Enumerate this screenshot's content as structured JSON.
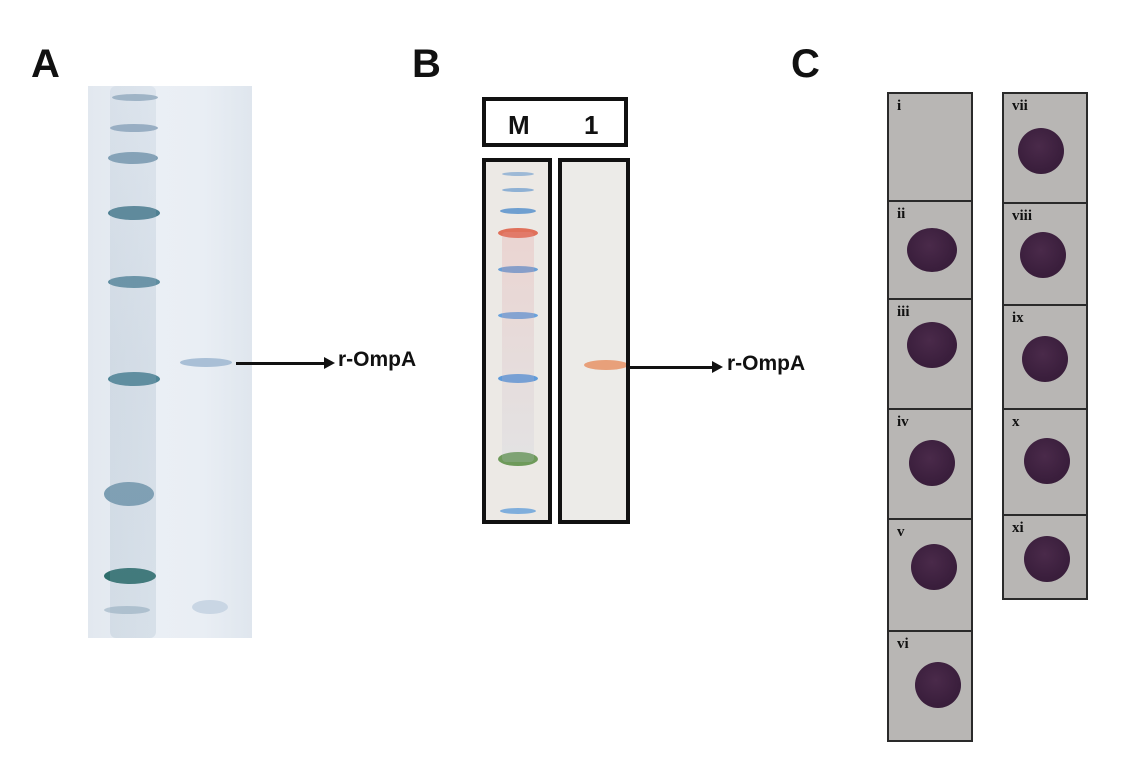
{
  "panels": {
    "a": {
      "letter": "A",
      "label": "r-OmpA"
    },
    "b": {
      "letter": "B",
      "label": "r-OmpA",
      "lanes": [
        "M",
        "1"
      ]
    },
    "c": {
      "letter": "C"
    }
  },
  "dot_blots": [
    "i",
    "ii",
    "iii",
    "iv",
    "v",
    "vi",
    "vii",
    "viii",
    "ix",
    "x",
    "xi"
  ],
  "colors": {
    "dot": "#3b1f3d",
    "dot_background": "#b8b6b4",
    "stain": "#2e7a80",
    "blot_band": "#e8a07a"
  }
}
